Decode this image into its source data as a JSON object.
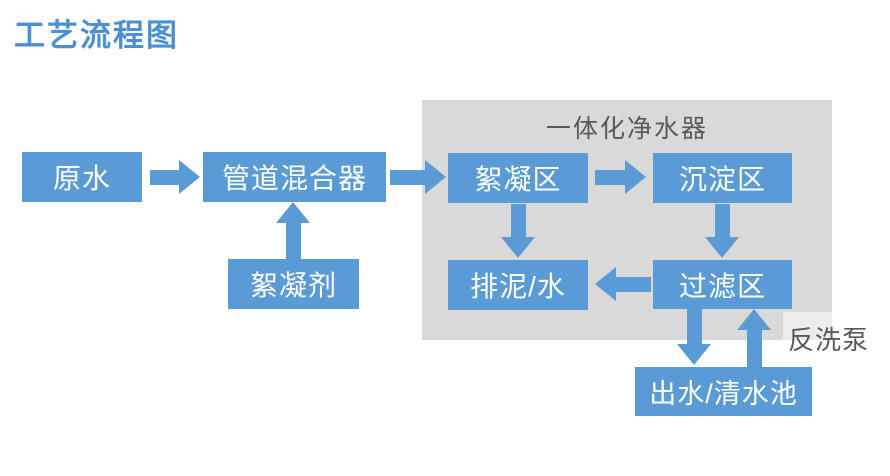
{
  "title": "工艺流程图",
  "colors": {
    "box_blue": "#5b9bd5",
    "title_blue": "#4a90d6",
    "container_gray": "#d9d9d9",
    "label_gray": "#595959",
    "page_bg": "#ffffff",
    "box_text": "#ffffff"
  },
  "container": {
    "label": "一体化净水器"
  },
  "boxes": {
    "raw_water": "原水",
    "pipeline_mixer": "管道混合器",
    "flocculant": "絮凝剂",
    "flocculation_zone": "絮凝区",
    "sedimentation_zone": "沉淀区",
    "sludge_water": "排泥/水",
    "filtration_zone": "过滤区",
    "outlet_pool": "出水/清水池"
  },
  "annotations": {
    "backwash_pump": "反洗泵"
  },
  "edges": [
    {
      "from": "原水",
      "to": "管道混合器",
      "direction": "right"
    },
    {
      "from": "絮凝剂",
      "to": "管道混合器",
      "direction": "up"
    },
    {
      "from": "管道混合器",
      "to": "絮凝区",
      "direction": "right"
    },
    {
      "from": "絮凝区",
      "to": "沉淀区",
      "direction": "right"
    },
    {
      "from": "絮凝区",
      "to": "排泥/水",
      "direction": "down"
    },
    {
      "from": "沉淀区",
      "to": "过滤区",
      "direction": "down"
    },
    {
      "from": "过滤区",
      "to": "排泥/水",
      "direction": "left"
    },
    {
      "from": "过滤区",
      "to": "出水/清水池",
      "direction": "down"
    },
    {
      "from": "出水/清水池",
      "to": "过滤区",
      "direction": "up",
      "label": "反洗泵"
    }
  ]
}
